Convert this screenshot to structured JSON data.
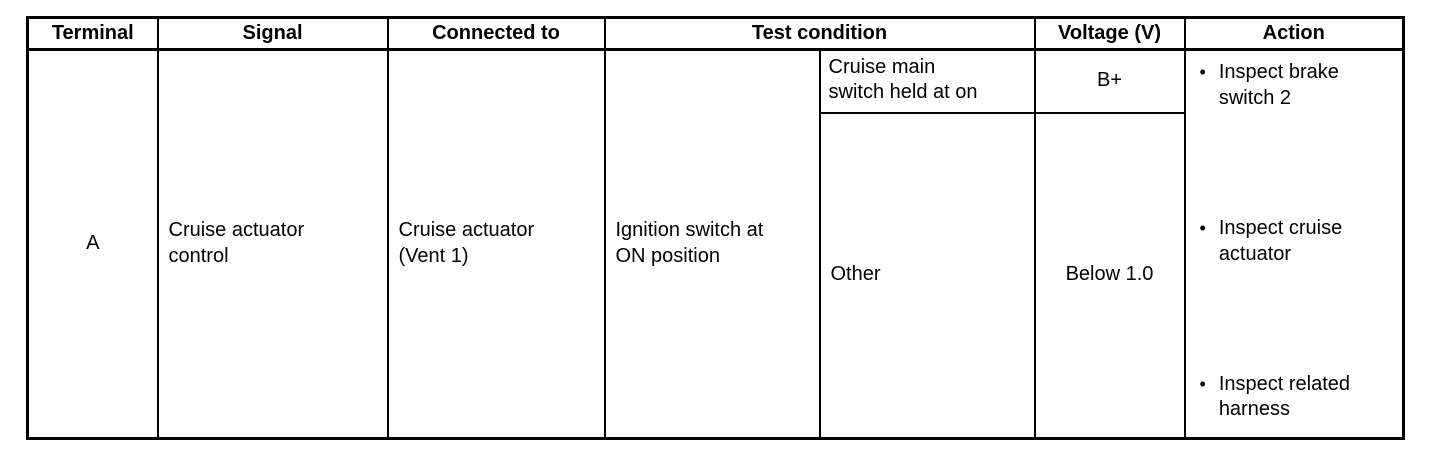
{
  "table": {
    "columns": [
      "Terminal",
      "Signal",
      "Connected to",
      "Test condition",
      "Voltage (V)",
      "Action"
    ],
    "rows": [
      {
        "terminal": "A",
        "signal": "Cruise actuator\ncontrol",
        "connected_to": "Cruise actuator\n(Vent 1)",
        "test_condition_common": "Ignition switch at\nON position",
        "sub_conditions": [
          {
            "condition": "Cruise main\nswitch held at on",
            "voltage": "B+"
          },
          {
            "condition": "Other",
            "voltage": "Below 1.0"
          }
        ],
        "actions": [
          "Inspect brake\nswitch 2",
          "Inspect cruise\nactuator",
          "Inspect related\nharness"
        ]
      }
    ],
    "bullet_glyph": "•"
  },
  "colors": {
    "ink": "#000000",
    "paper": "#ffffff"
  }
}
